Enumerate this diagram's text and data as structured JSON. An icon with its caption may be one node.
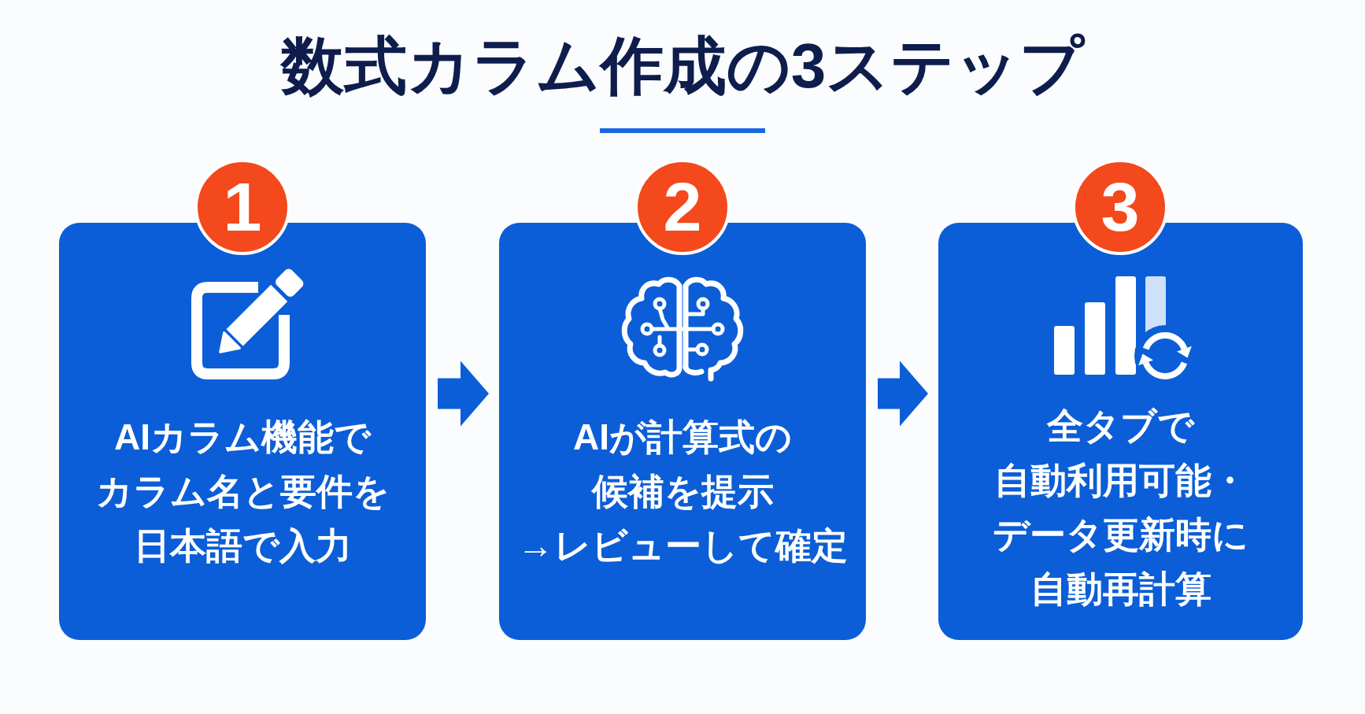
{
  "diagram": {
    "title": "数式カラム作成の3ステップ",
    "nodes": [
      {
        "text": [
          "1"
        ]
      },
      {
        "text": [
          "AIカラム機能でカラム名と要件を日本語で入力"
        ]
      },
      {
        "text": [
          "2"
        ]
      },
      {
        "text": [
          "AIが計算式の候補を提示→レビューして確定"
        ]
      },
      {
        "text": [
          "3"
        ]
      },
      {
        "text": [
          "全タブで自動利用可能・データ更新時に自動再計算"
        ]
      }
    ],
    "edges": [
      {
        "from": 1,
        "to": 3,
        "arrow": "to"
      },
      {
        "from": 3,
        "to": 5,
        "arrow": "to"
      }
    ]
  }
}
